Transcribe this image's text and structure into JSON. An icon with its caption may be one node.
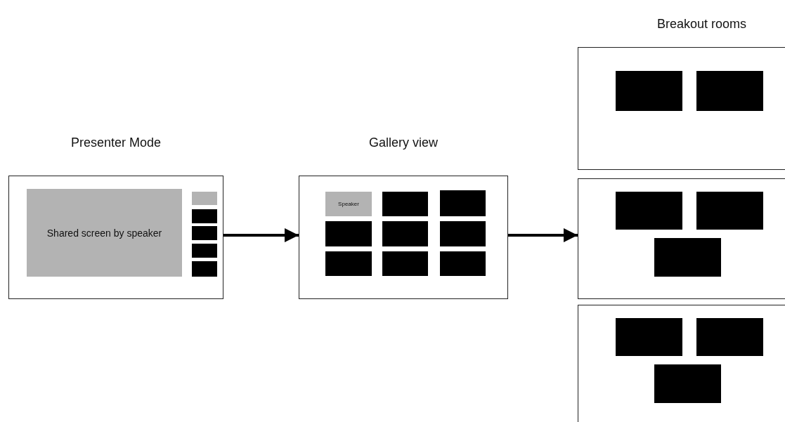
{
  "diagram": {
    "nodes": [
      {
        "text": [
          "Presenter Mode"
        ]
      },
      {
        "text": [
          "Shared screen by speaker"
        ],
        "in": 0
      },
      {
        "text": [],
        "shape": "box",
        "in": 0
      },
      {
        "text": [],
        "shape": "box",
        "in": 0
      },
      {
        "text": [],
        "shape": "box",
        "in": 0
      },
      {
        "text": [],
        "shape": "box",
        "in": 0
      },
      {
        "text": [],
        "shape": "box",
        "in": 0
      },
      {
        "text": [
          "Gallery view"
        ]
      },
      {
        "text": [
          "Speaker"
        ],
        "in": 7
      },
      {
        "text": [],
        "shape": "box",
        "in": 7
      },
      {
        "text": [],
        "shape": "box",
        "in": 7
      },
      {
        "text": [],
        "shape": "box",
        "in": 7
      },
      {
        "text": [],
        "shape": "box",
        "in": 7
      },
      {
        "text": [],
        "shape": "box",
        "in": 7
      },
      {
        "text": [],
        "shape": "box",
        "in": 7
      },
      {
        "text": [],
        "shape": "box",
        "in": 7
      },
      {
        "text": [],
        "shape": "box",
        "in": 7
      },
      {
        "text": [],
        "shape": "box"
      },
      {
        "text": [],
        "shape": "box",
        "in": 17
      },
      {
        "text": [],
        "shape": "box",
        "in": 17
      },
      {
        "text": [],
        "shape": "box"
      },
      {
        "text": [],
        "shape": "box",
        "in": 20
      },
      {
        "text": [],
        "shape": "box",
        "in": 20
      },
      {
        "text": [],
        "shape": "box",
        "in": 20
      },
      {
        "text": [],
        "shape": "box"
      },
      {
        "text": [],
        "shape": "box",
        "in": 24
      },
      {
        "text": [],
        "shape": "box",
        "in": 24
      },
      {
        "text": [],
        "shape": "box",
        "in": 24
      }
    ],
    "edges": [
      {
        "from": 0,
        "to": 7,
        "arrow": "to"
      },
      {
        "from": 7,
        "to": 20,
        "arrow": "to"
      }
    ],
    "labels": [
      "Breakout rooms"
    ]
  }
}
